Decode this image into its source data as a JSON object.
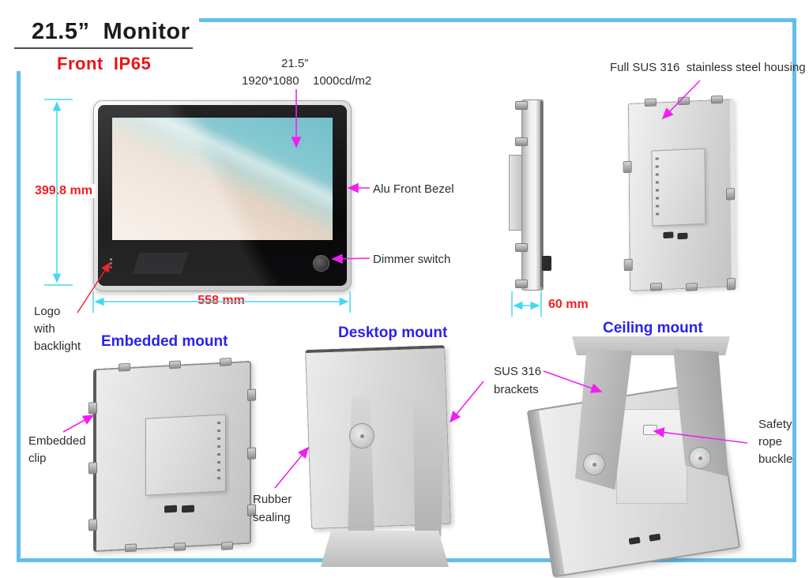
{
  "header": {
    "title": "21.5”  Monitor",
    "subtitle": "Front  IP65"
  },
  "colors": {
    "frame_border": "#63beea",
    "dimension_cyan": "#45d7f2",
    "accent_red": "#f01f1f",
    "label_blue": "#2a21ee",
    "arrow_magenta": "#f21ef2"
  },
  "front_view": {
    "size": "21.5”",
    "resolution": "1920*1080",
    "brightness": "1000cd/m2",
    "height_dim": "399.8 mm",
    "width_dim": "558 mm",
    "bezel_label": "Alu Front Bezel",
    "dimmer_label": "Dimmer switch",
    "logo_label": {
      "lines": [
        "Logo",
        "with",
        "backlight"
      ]
    }
  },
  "side_view": {
    "depth_dim": "60 mm"
  },
  "back_view": {
    "housing_label": "Full SUS 316  stainless steel housing"
  },
  "mounts": {
    "embedded": {
      "title": "Embedded mount",
      "clip_label": {
        "lines": [
          "Embedded",
          "clip"
        ]
      }
    },
    "desktop": {
      "title": "Desktop mount",
      "sealing_label": {
        "lines": [
          "Rubber",
          "sealing"
        ]
      },
      "brackets_label": {
        "lines": [
          "SUS 316",
          "brackets"
        ]
      }
    },
    "ceiling": {
      "title": "Ceiling mount",
      "buckle_label": {
        "lines": [
          "Safety",
          "rope",
          "buckle"
        ]
      }
    }
  }
}
